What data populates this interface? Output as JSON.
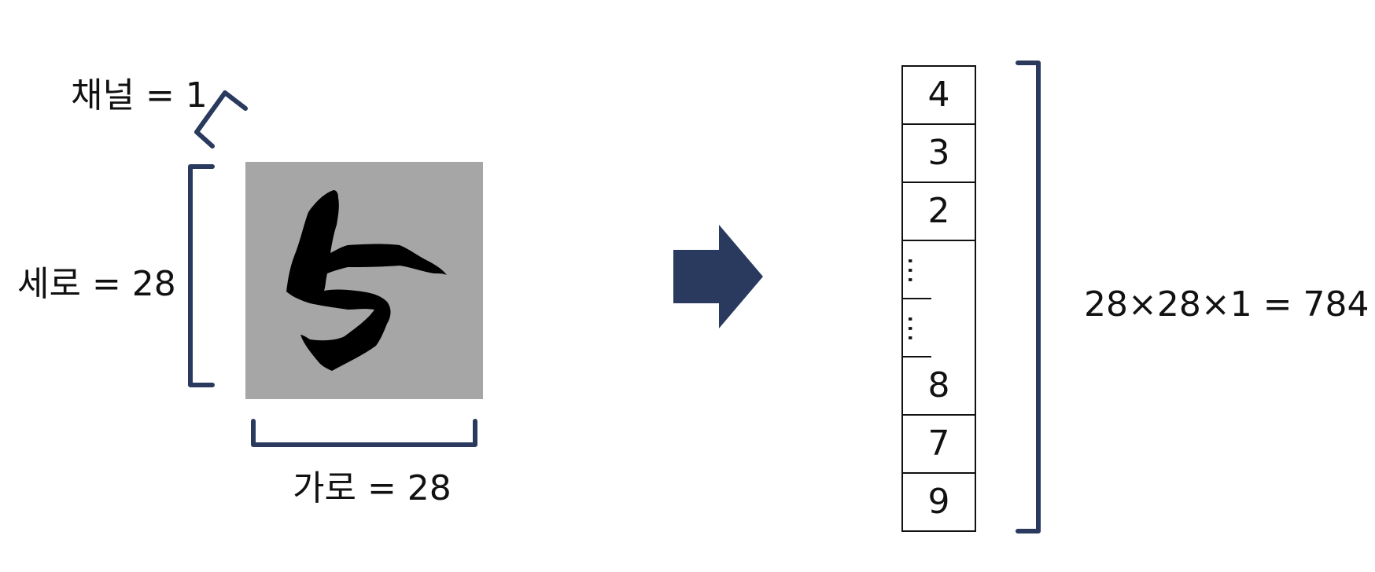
{
  "labels": {
    "channel": "채널 = 1",
    "height": "세로 = 28",
    "width": "가로 = 28",
    "total": "28×28×1 = 784"
  },
  "image": {
    "digit": "5",
    "background_color": "#a6a6a6",
    "stroke_color": "#000000"
  },
  "vector": {
    "cells": [
      "4",
      "3",
      "2",
      "…",
      "…",
      "8",
      "7",
      "9"
    ]
  },
  "colors": {
    "accent": "#2a3a5e",
    "ink": "#111111"
  },
  "icons": {
    "arrow": "right-arrow-icon"
  }
}
